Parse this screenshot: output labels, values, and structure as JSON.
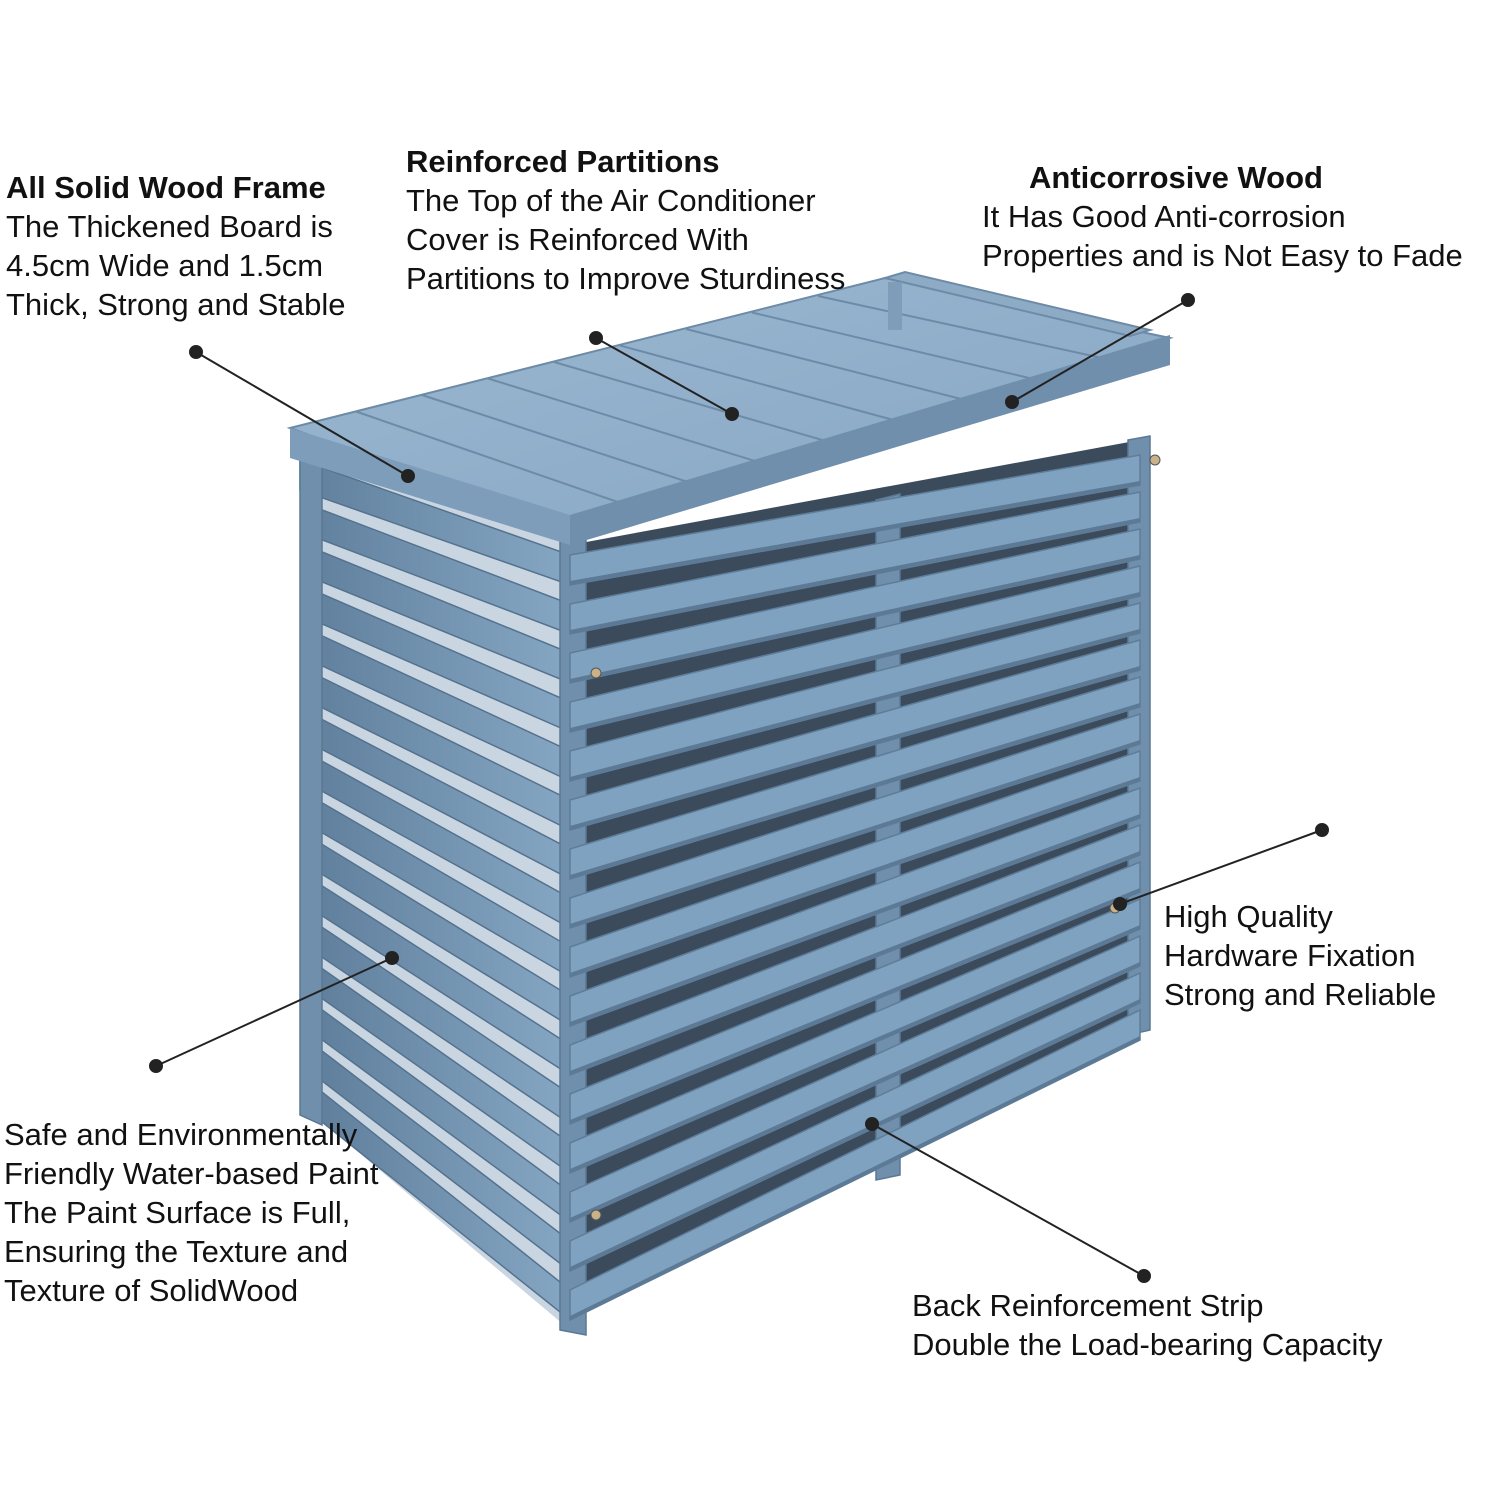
{
  "product_color": "#7fa2c0",
  "callouts": {
    "frame": {
      "title": "All Solid Wood Frame",
      "lines": [
        "The Thickened Board is",
        "4.5cm Wide and 1.5cm",
        "Thick, Strong and Stable"
      ]
    },
    "partitions": {
      "title": "Reinforced Partitions",
      "lines": [
        "The Top of the Air Conditioner",
        "Cover is Reinforced With",
        "Partitions to Improve Sturdiness"
      ]
    },
    "wood": {
      "title": "Anticorrosive Wood",
      "lines": [
        "It Has Good Anti-corrosion",
        "Properties and is Not Easy to Fade"
      ]
    },
    "hardware": {
      "lines": [
        "High Quality",
        "Hardware Fixation",
        "Strong and Reliable"
      ]
    },
    "paint": {
      "lines": [
        "Safe and Environmentally",
        "Friendly Water-based Paint",
        "The Paint Surface is Full,",
        "Ensuring the Texture and",
        "Texture of SolidWood"
      ]
    },
    "back": {
      "lines": [
        "Back Reinforcement Strip",
        "Double the Load-bearing Capacity"
      ]
    }
  }
}
